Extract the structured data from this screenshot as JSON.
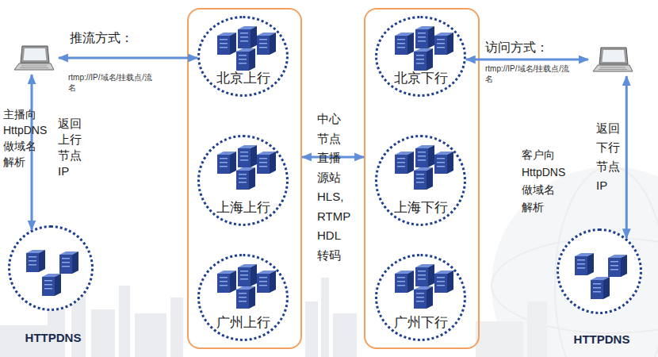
{
  "diagram": {
    "nodes": [
      {
        "text": [
          "推流方式："
        ]
      },
      {
        "text": []
      },
      {
        "text": [
          "北京上行"
        ],
        "in": 1
      },
      {
        "text": [
          "上海上行"
        ],
        "in": 1
      },
      {
        "text": [
          "广州上行"
        ],
        "in": 1
      },
      {
        "text": []
      },
      {
        "text": [
          "北京下行"
        ],
        "in": 5
      },
      {
        "text": [
          "上海下行"
        ],
        "in": 5
      },
      {
        "text": [
          "广州下行"
        ],
        "in": 5
      },
      {
        "text": [
          "访问方式："
        ]
      },
      {
        "text": [
          "HTTPDNS"
        ]
      },
      {
        "text": [
          "HTTPDNS"
        ]
      }
    ],
    "edges": [
      {
        "from": 0,
        "to": 2,
        "arrow": "both",
        "label": "rtmp://IP/域名/挂载点/流名"
      },
      {
        "from": 0,
        "to": 10,
        "arrow": "both",
        "label": "主播向 HttpDNS 做域名 解析"
      },
      {
        "from": 1,
        "to": 5,
        "arrow": "both",
        "label": "中心 节点 直播 源站 HLS, RTMP HDL 转码"
      },
      {
        "from": 9,
        "to": 6,
        "arrow": "both",
        "label": "rtmp://IP/域名/挂载点/流名"
      },
      {
        "from": 9,
        "to": 11,
        "arrow": "both",
        "label": "客户向 HttpDNS 做域名 解析"
      }
    ],
    "labels": [
      "返回 上行 节点 IP",
      "返回 下行 节点 IP"
    ]
  }
}
